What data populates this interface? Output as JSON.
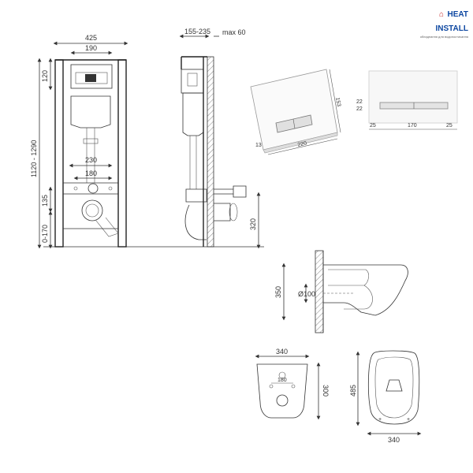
{
  "brand": {
    "mark": "⌂",
    "name": "HEAT INSTALL",
    "tagline": "обладнання для водопостачання"
  },
  "frame_front": {
    "width": "425",
    "top_box": "190",
    "top_height": "120",
    "height_range": "1120 - 1290",
    "inner_width": "230",
    "bolt_spacing": "180",
    "drain_height": "135",
    "foot_range": "0-170"
  },
  "frame_side": {
    "depth": "155-235",
    "max_wall": "max 60",
    "drain_height": "320"
  },
  "button_plate": {
    "height": "153",
    "width": "220",
    "depth": "13"
  },
  "button_front": {
    "gap1": "22",
    "gap2": "22",
    "margin_left": "25",
    "center": "170",
    "margin_right": "25"
  },
  "bowl_side": {
    "height": "350",
    "outlet_diameter": "Ø100"
  },
  "bowl_bottom": {
    "width": "340",
    "bolt_spacing": "180",
    "depth": "300"
  },
  "bowl_top": {
    "length": "485",
    "width": "340"
  }
}
